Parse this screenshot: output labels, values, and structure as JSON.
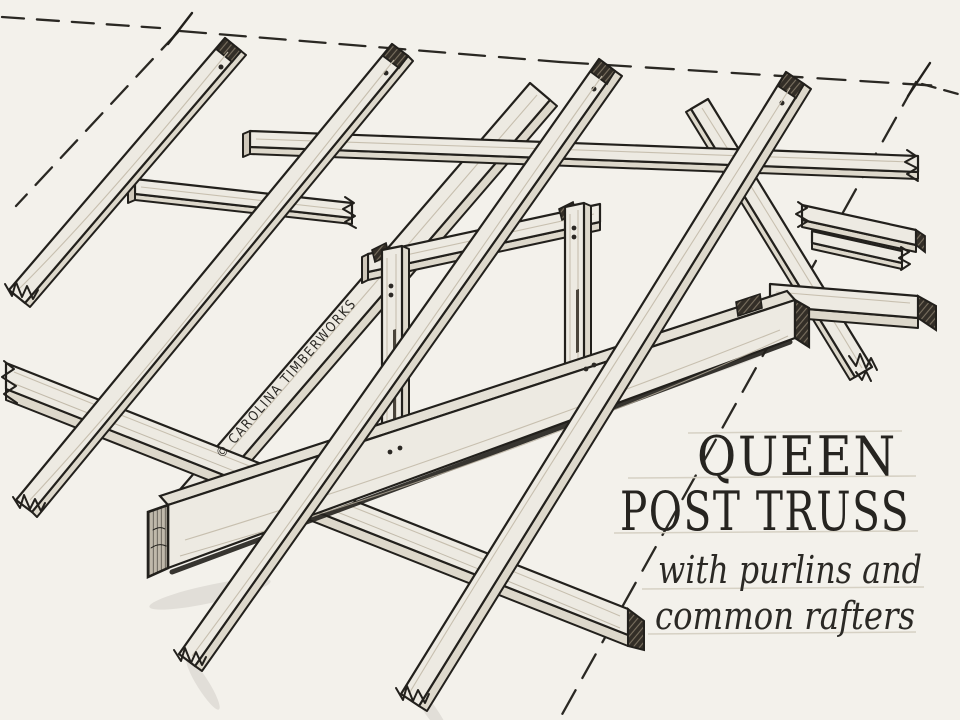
{
  "illustration": {
    "type": "hand-inked timber frame drawing",
    "title_line1": "QUEEN",
    "title_line2": "POST TRUSS",
    "subtitle_line1": "with purlins and",
    "subtitle_line2": "common rafters",
    "credit": "© CAROLINA TIMBERWORKS",
    "components": [
      "ridge construction line",
      "gable construction lines",
      "tick marks",
      "common rafter 1",
      "common rafter 2",
      "common rafter 3",
      "common rafter 4",
      "upper purlin",
      "middle purlin (broken out)",
      "side purlin stubs",
      "lower purlin",
      "principal rafter left",
      "principal rafter right",
      "queen post left",
      "queen post right",
      "straining beam",
      "tie beam",
      "seat blocks"
    ],
    "colors": {
      "paper": "#f3f1eb",
      "ink": "#22201c",
      "wood_light": "#edeae2",
      "wood_shade": "#ddd8cb",
      "wood_dark": "#cfc8ba",
      "end_grain": "#332e27",
      "pencil_guide": "#d6d1c4"
    }
  }
}
